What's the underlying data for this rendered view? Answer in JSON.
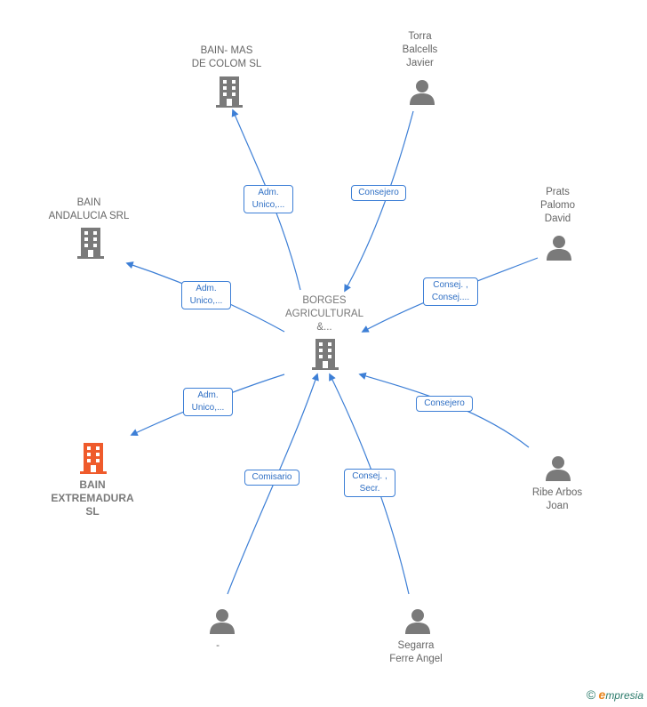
{
  "colors": {
    "edge": "#3d7fd6",
    "company": "#7a7a7a",
    "person": "#7a7a7a",
    "focus": "#ef5b2c"
  },
  "nodes": {
    "center": {
      "label": "BORGES\nAGRICULTURAL\n&...",
      "icon": "building-icon"
    },
    "bain_mas": {
      "label": "BAIN- MAS\nDE COLOM  SL",
      "icon": "building-icon"
    },
    "bain_andalucia": {
      "label": "BAIN\nANDALUCIA SRL",
      "icon": "building-icon"
    },
    "bain_extremadura": {
      "label": "BAIN\nEXTREMADURA\nSL",
      "icon": "building-icon"
    },
    "torra": {
      "label": "Torra\nBalcells\nJavier",
      "icon": "person-icon"
    },
    "prats": {
      "label": "Prats\nPalomo\nDavid",
      "icon": "person-icon"
    },
    "ribe": {
      "label": "Ribe Arbos\nJoan",
      "icon": "person-icon"
    },
    "segarra": {
      "label": "Segarra\nFerre Angel",
      "icon": "person-icon"
    },
    "dash": {
      "label": "-",
      "icon": "person-icon"
    }
  },
  "edges": {
    "bain_mas": "Adm.\nUnico,...",
    "bain_andalucia": "Adm.\nUnico,...",
    "bain_extremadura": "Adm.\nUnico,...",
    "torra": "Consejero",
    "prats": "Consej. ,\nConsej....",
    "ribe": "Consejero",
    "segarra": "Consej. ,\nSecr.",
    "dash": "Comisario"
  },
  "brand": {
    "copyright": "©",
    "e": "e",
    "rest": "mpresia"
  }
}
